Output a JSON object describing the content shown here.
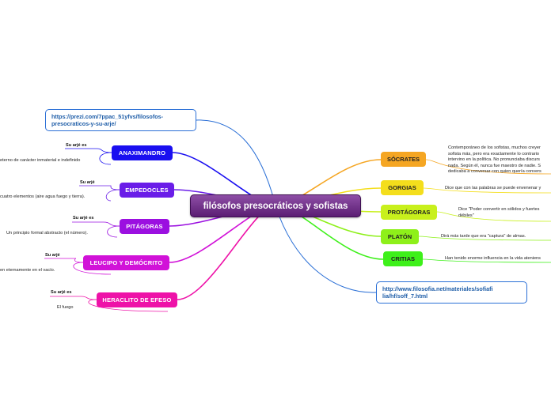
{
  "central": {
    "title": "filósofos presocráticos y sofistas",
    "color": "#6e2d88"
  },
  "links": {
    "prezi": {
      "line1": "https://prezi.com/7ppac_51yfvs/filosofos-",
      "line2": "presocraticos-y-su-arje/",
      "color": "#2a6fd6"
    },
    "filosofia": {
      "line1": "http://www.filosofia.net/materiales/sofiafi",
      "line2": "lia/hf/soff_7.html",
      "color": "#2a6fd6"
    }
  },
  "presocraticos": [
    {
      "id": "anaximandro",
      "label": "ANAXIMANDRO",
      "color": "#1a0ff0",
      "sub": "Su arjé es",
      "leaf": "eterno de carácter inmaterial e indefinido"
    },
    {
      "id": "empedocles",
      "label": "EMPEDOCLES",
      "color": "#6a1de8",
      "sub": "Su arjé",
      "leaf": "cuatro elementos (aire agua fuego y tierra)."
    },
    {
      "id": "pitagoras",
      "label": "PITÁGORAS",
      "color": "#9b10e0",
      "sub": "Su arjé es",
      "leaf": "Un principio formal abstracto (el número)."
    },
    {
      "id": "leucipo",
      "label": "LEUCIPO Y DEMÓCRITO",
      "color": "#d112d8",
      "sub": "Su arjé",
      "leaf": "en eternamente en el vacío."
    },
    {
      "id": "heraclito",
      "label": "HERACLITO DE EFESO",
      "color": "#ee12a8",
      "sub": "Su arjé es",
      "leaf": "El fuego"
    }
  ],
  "sofistas": [
    {
      "id": "socrates",
      "label": "SÓCRATES",
      "color": "#f5a623",
      "lines": [
        "Contemporáneo de los sofistas, muchos creyer",
        "sofista más, pero era exactamente lo contrario",
        "intervino en la política. No pronunciaba discurs",
        "nada. Según él, nunca fue maestro de nadie. S",
        "dedicaba a conversar con quien quería convers"
      ]
    },
    {
      "id": "gorgias",
      "label": "GORGIAS",
      "color": "#f4de1c",
      "lines": [
        "Dice que con las palabras se puede envenenar y"
      ]
    },
    {
      "id": "protagoras",
      "label": "PROTÁGORAS",
      "color": "#c8f01c",
      "lines": [
        "Dice \"Poder convertir en sólidos y fuertes",
        "débiles\""
      ]
    },
    {
      "id": "platon",
      "label": "PLATÓN",
      "color": "#8ef01a",
      "lines": [
        "Dirá más tarde que era \"captura\" de almas."
      ]
    },
    {
      "id": "critias",
      "label": "CRITIAS",
      "color": "#3ef01a",
      "lines": [
        "Han tenido enorme influencia en la vida ateniens"
      ]
    }
  ]
}
